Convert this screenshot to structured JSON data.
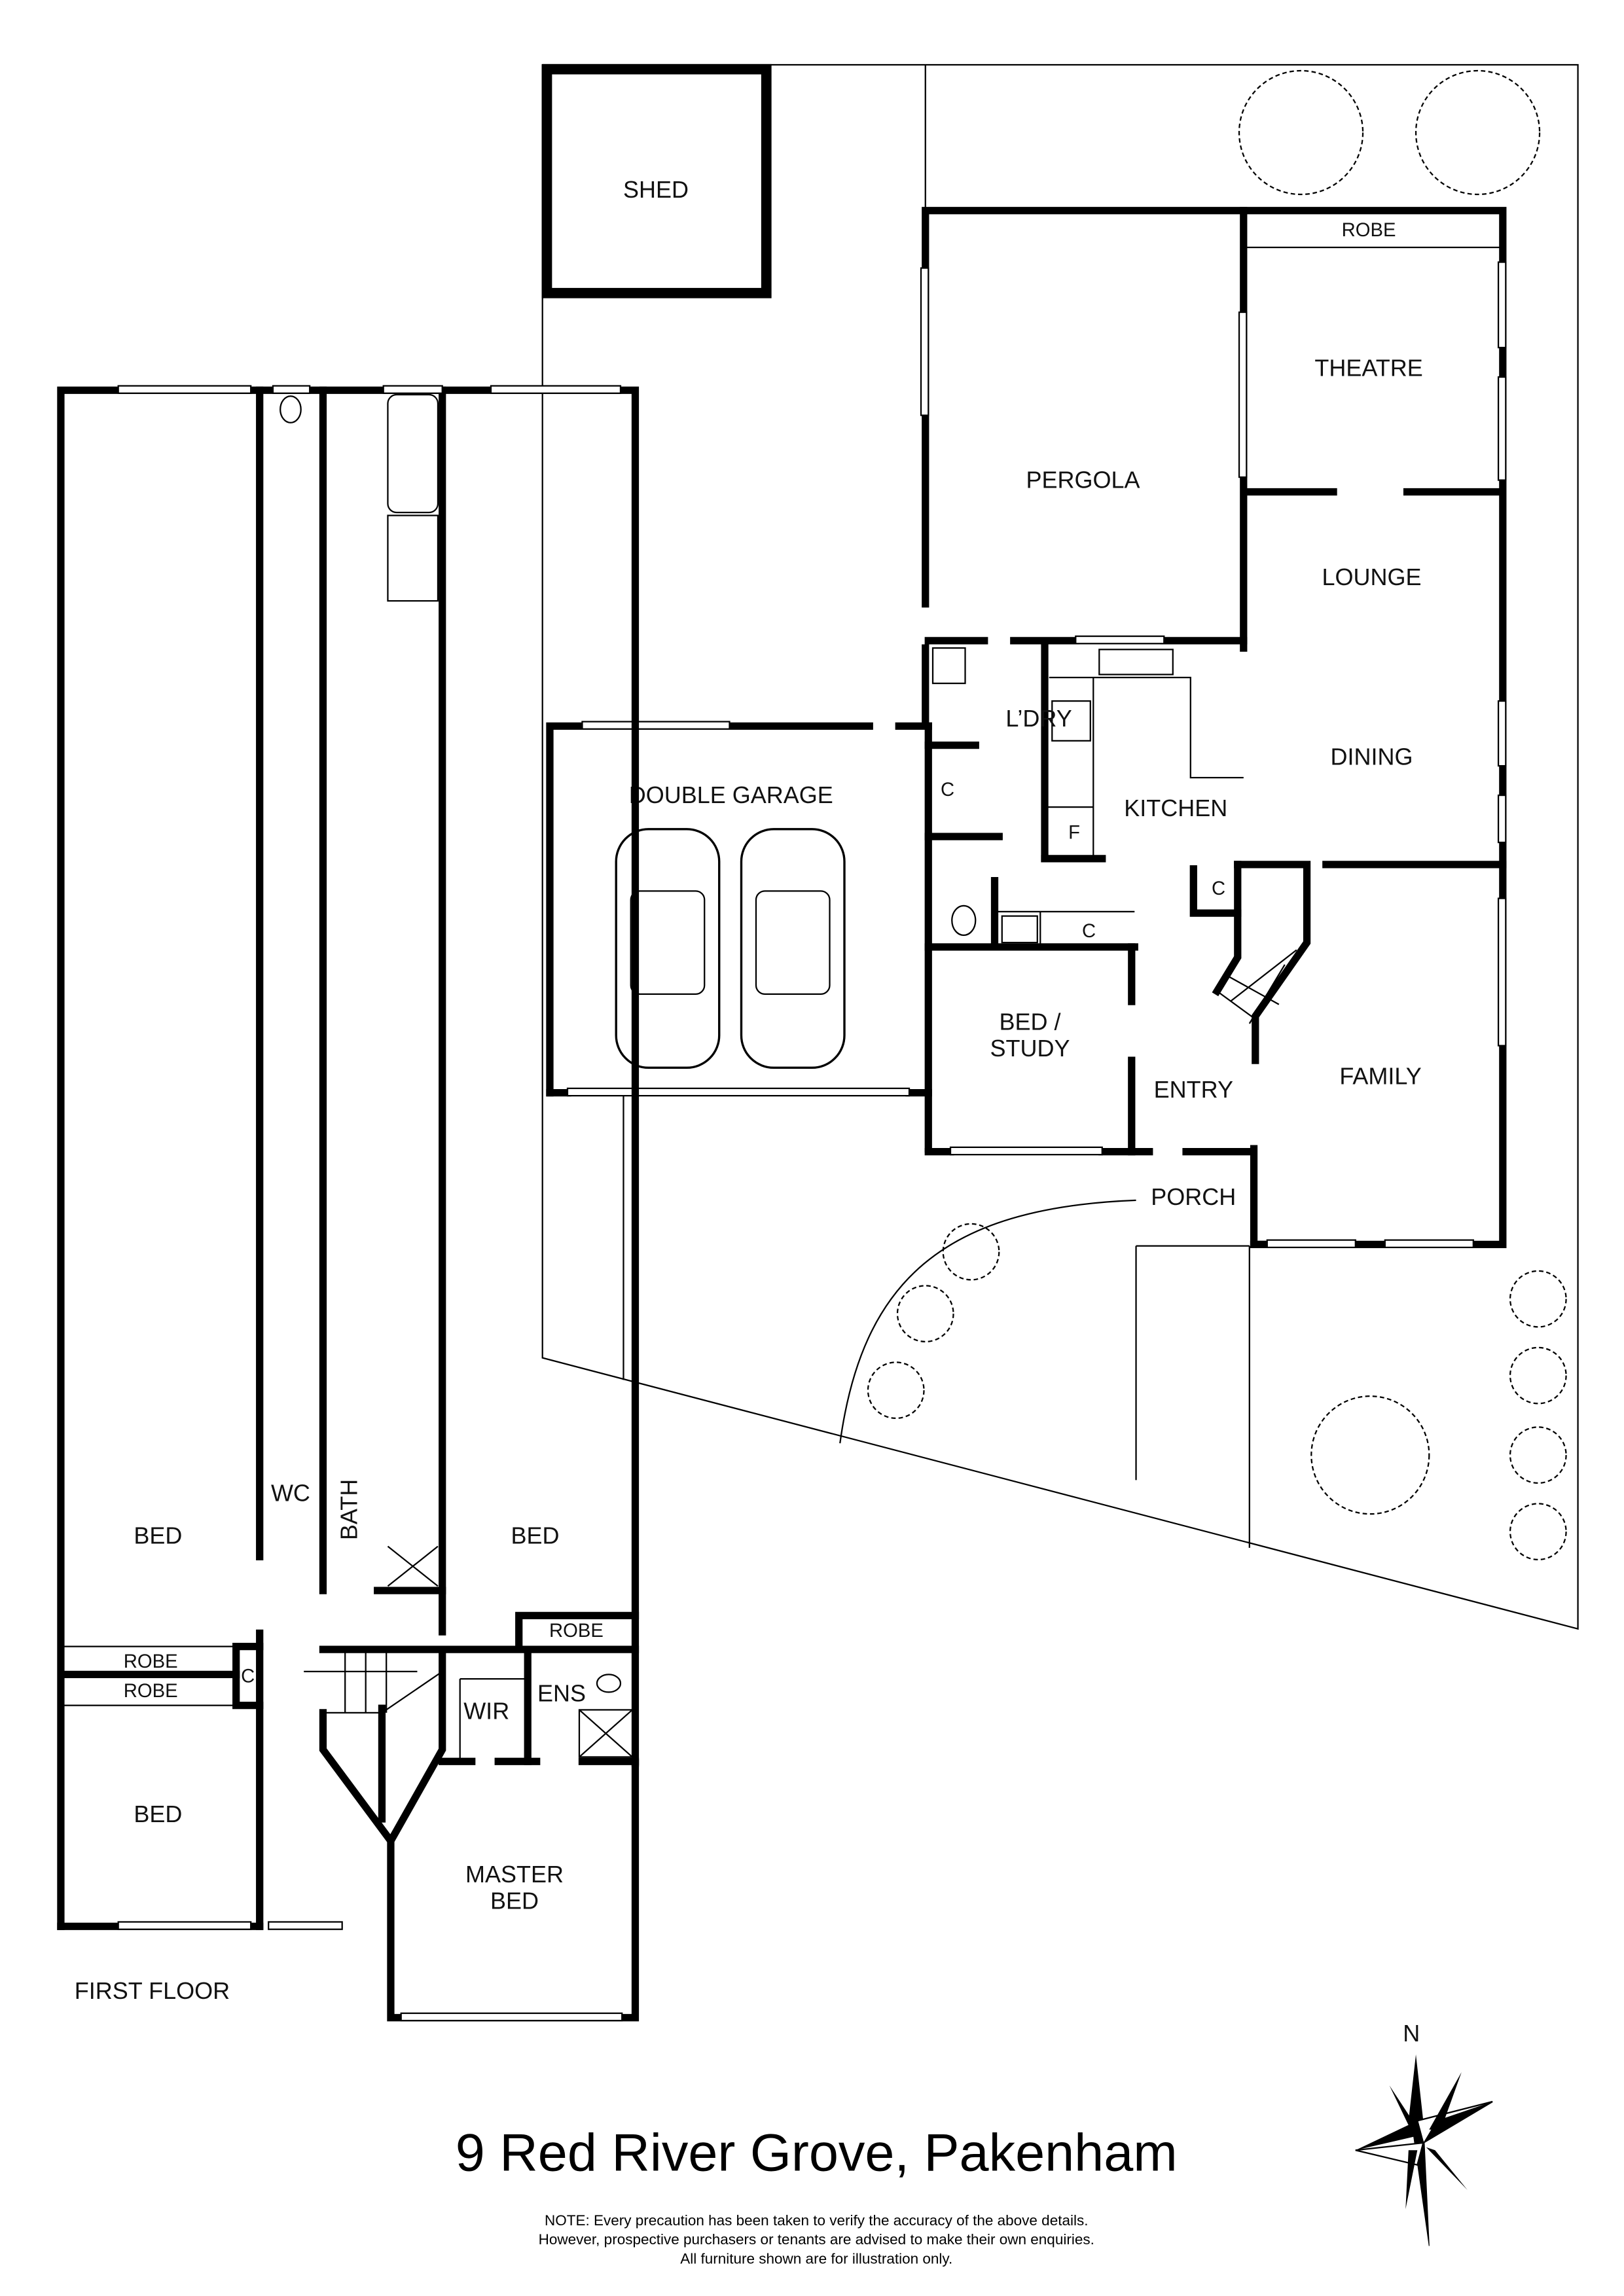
{
  "title": "9 Red River Grove, Pakenham",
  "note": {
    "line1": "NOTE: Every precaution has been taken to verify the accuracy of the above details.",
    "line2": "However, prospective purchasers or tenants are advised to make their own enquiries.",
    "line3": "All furniture shown are for illustration only."
  },
  "compass": {
    "north_label": "N"
  },
  "ground_floor": {
    "rooms": {
      "shed": "SHED",
      "pergola": "PERGOLA",
      "robe": "ROBE",
      "theatre": "THEATRE",
      "lounge": "LOUNGE",
      "dining": "DINING",
      "kitchen": "KITCHEN",
      "laundry": "L’DRY",
      "laundry_cupboard": "C",
      "fridge": "F",
      "kitchen_cupboard": "C",
      "hall_cupboard": "C",
      "double_garage": "DOUBLE GARAGE",
      "bed_study_1": "BED /",
      "bed_study_2": "STUDY",
      "entry": "ENTRY",
      "family": "FAMILY",
      "porch": "PORCH"
    }
  },
  "first_floor": {
    "label": "FIRST FLOOR",
    "rooms": {
      "bed_nw": "BED",
      "wc": "WC",
      "bath": "BATH",
      "bed_ne": "BED",
      "robe_ne": "ROBE",
      "robe_w1": "ROBE",
      "robe_w2": "ROBE",
      "linen_cupboard": "C",
      "wir": "WIR",
      "ens": "ENS",
      "bed_sw": "BED",
      "master_1": "MASTER",
      "master_2": "BED"
    }
  }
}
